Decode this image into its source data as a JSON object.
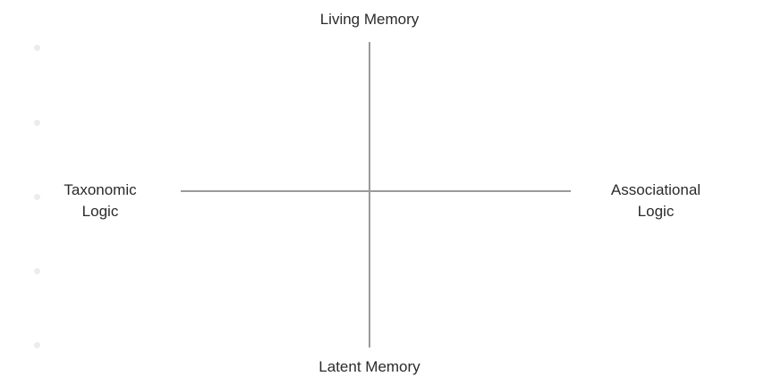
{
  "diagram": {
    "type": "quadrant",
    "axes": {
      "vertical": {
        "top_label": "Living Memory",
        "bottom_label": "Latent Memory"
      },
      "horizontal": {
        "left_label_lines": [
          "Taxonomic",
          "Logic"
        ],
        "right_label_lines": [
          "Associational",
          "Logic"
        ]
      }
    },
    "colors": {
      "axis_line": "#9a9a9a",
      "text": "#2b2b2b",
      "faint_dot": "#ececec",
      "background": "#ffffff"
    },
    "side_dots_count": 5
  }
}
